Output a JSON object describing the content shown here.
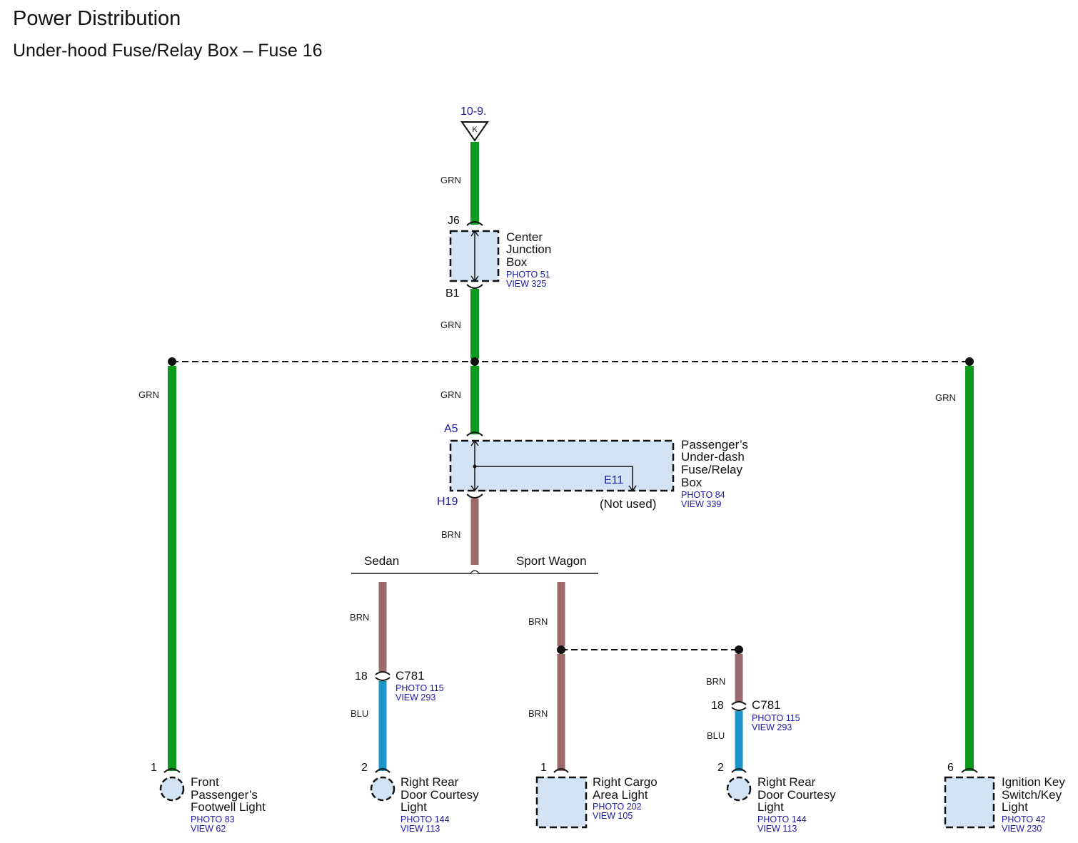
{
  "title": "Power Distribution",
  "subtitle": "Under-hood Fuse/Relay Box – Fuse 16",
  "colors": {
    "GRN": "#0d9a1f",
    "BRN": "#9b6a6a",
    "BLU": "#1c96c8",
    "box_fill": "#d1e3f5",
    "ref_text": "#1a1aa8"
  },
  "source": {
    "ref": "10-9.",
    "terminal": "K"
  },
  "wire_labels": {
    "grn": "GRN",
    "brn": "BRN",
    "blu": "BLU"
  },
  "center_junction_box": {
    "pin_in": "J6",
    "pin_out": "B1",
    "name": [
      "Center",
      "Junction",
      "Box"
    ],
    "photo": "PHOTO 51",
    "view": "VIEW 325"
  },
  "passenger_underdash_box": {
    "pin_in": "A5",
    "pin_out": "H19",
    "pin_unused": "E11",
    "unused_note": "(Not used)",
    "name": [
      "Passenger’s",
      "Under-dash",
      "Fuse/Relay",
      "Box"
    ],
    "photo": "PHOTO 84",
    "view": "VIEW 339"
  },
  "variants": {
    "left": "Sedan",
    "right": "Sport Wagon"
  },
  "connector_c781_sedan": {
    "name": "C781",
    "pin": "18",
    "photo": "PHOTO 115",
    "view": "VIEW 293"
  },
  "connector_c781_wagon": {
    "name": "C781",
    "pin": "18",
    "photo": "PHOTO 115",
    "view": "VIEW 293"
  },
  "loads": {
    "footwell": {
      "pin": "1",
      "name": [
        "Front",
        "Passenger’s",
        "Footwell Light"
      ],
      "photo": "PHOTO 83",
      "view": "VIEW 62"
    },
    "sedan_courtesy": {
      "pin": "2",
      "name": [
        "Right Rear",
        "Door Courtesy",
        "Light"
      ],
      "photo": "PHOTO 144",
      "view": "VIEW 113"
    },
    "cargo": {
      "pin": "1",
      "name": [
        "Right Cargo",
        "Area Light"
      ],
      "photo": "PHOTO 202",
      "view": "VIEW 105"
    },
    "wagon_courtesy": {
      "pin": "2",
      "name": [
        "Right Rear",
        "Door Courtesy",
        "Light"
      ],
      "photo": "PHOTO 144",
      "view": "VIEW 113"
    },
    "ignition": {
      "pin": "6",
      "name": [
        "Ignition Key",
        "Switch/Key",
        "Light"
      ],
      "photo": "PHOTO 42",
      "view": "VIEW 230"
    }
  }
}
